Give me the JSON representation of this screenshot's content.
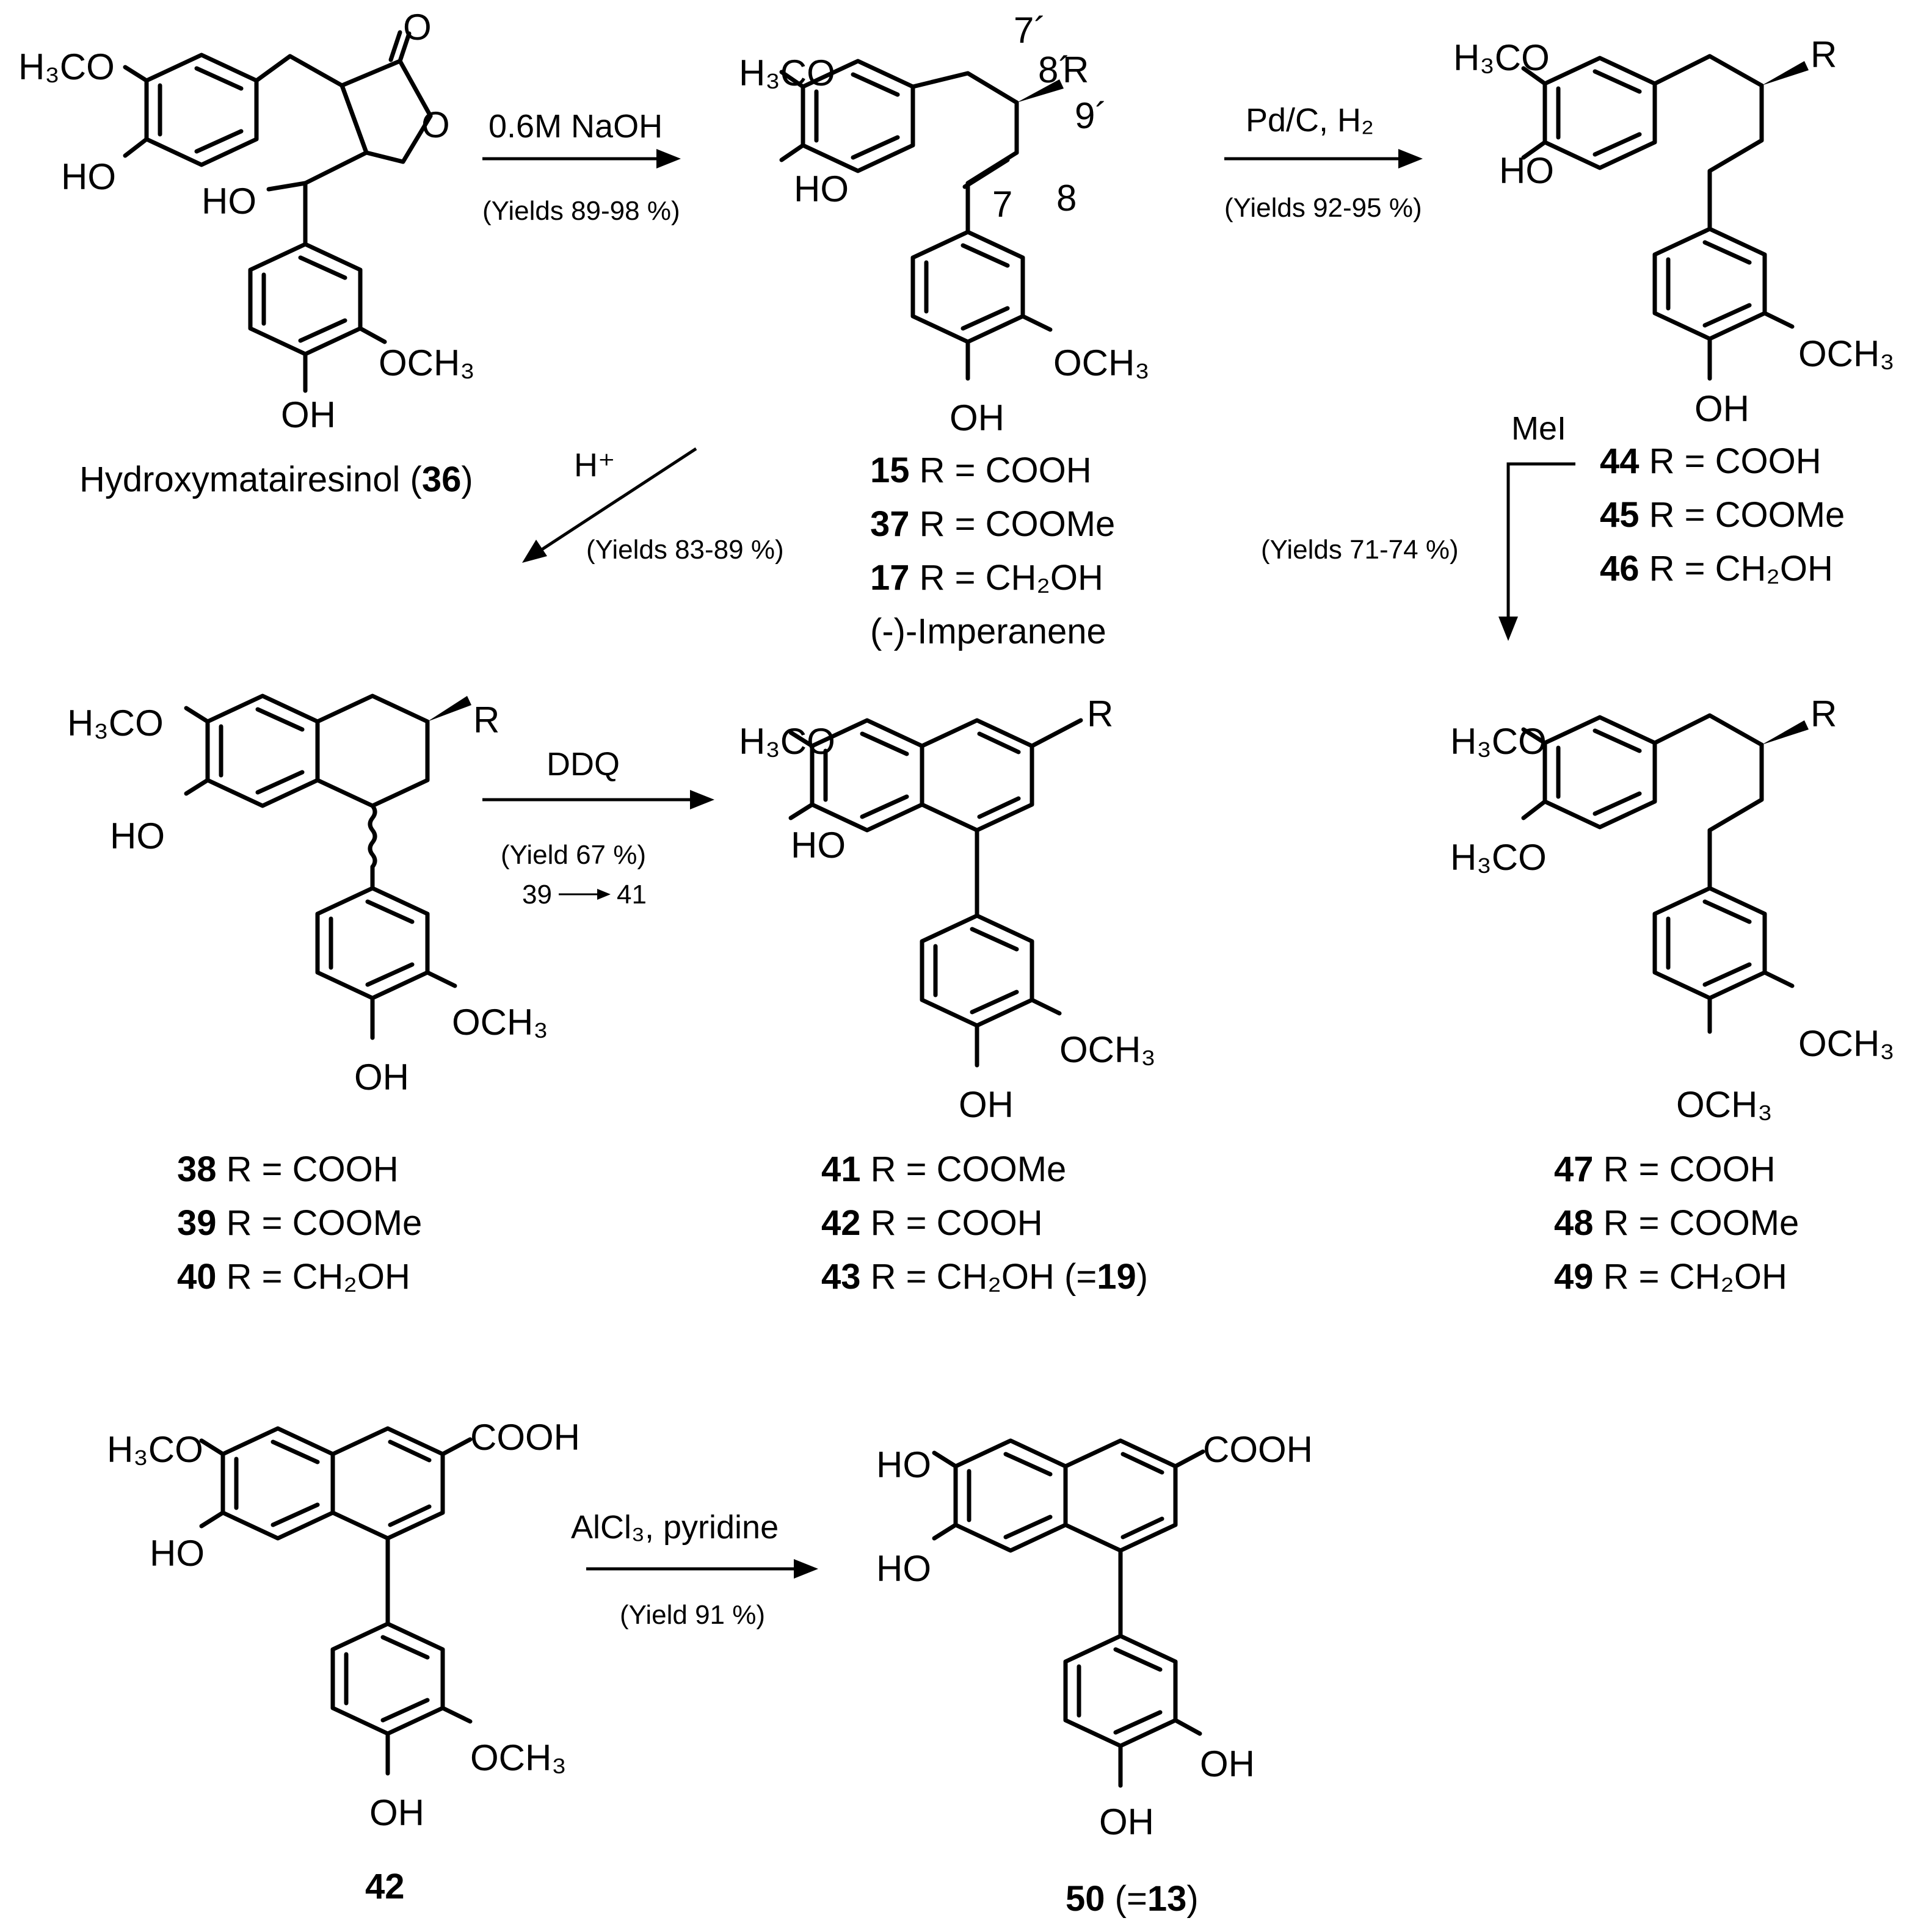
{
  "compounds": {
    "c36": {
      "name": "Hydroxymatairesinol",
      "num": "36"
    },
    "c15": {
      "num": "15",
      "r": "R = COOH"
    },
    "c37": {
      "num": "37",
      "r": "R = COOMe"
    },
    "c17": {
      "num": "17",
      "r": "R = CH₂OH"
    },
    "imperanene": "(-)-Imperanene",
    "c44": {
      "num": "44",
      "r": "R = COOH"
    },
    "c45": {
      "num": "45",
      "r": "R = COOMe"
    },
    "c46": {
      "num": "46",
      "r": "R = CH₂OH"
    },
    "c38": {
      "num": "38",
      "r": "R = COOH"
    },
    "c39": {
      "num": "39",
      "r": "R = COOMe"
    },
    "c40": {
      "num": "40",
      "r": "R = CH₂OH"
    },
    "c41": {
      "num": "41",
      "r": "R = COOMe"
    },
    "c42": {
      "num": "42",
      "r": "R = COOH"
    },
    "c43": {
      "num": "43",
      "r": "R = CH₂OH (=",
      "eq": "19",
      "close": ")"
    },
    "c47": {
      "num": "47",
      "r": "R = COOH"
    },
    "c48": {
      "num": "48",
      "r": "R = COOMe"
    },
    "c49": {
      "num": "49",
      "r": "R = CH₂OH"
    },
    "c42b": {
      "num": "42"
    },
    "c50": {
      "num": "50",
      "eq_open": "(=",
      "eq": "13",
      "close": ")"
    }
  },
  "reactions": {
    "r1": {
      "reagent": "0.6M NaOH",
      "yield": "(Yields 89-98 %)"
    },
    "r2": {
      "reagent": "Pd/C, H₂",
      "yield": "(Yields 92-95 %)"
    },
    "r3": {
      "reagent": "H⁺",
      "yield": "(Yields 83-89 %)"
    },
    "r4": {
      "reagent": "MeI",
      "yield": "(Yields 71-74 %)"
    },
    "r5": {
      "reagent": "DDQ",
      "yield": "(Yield 67 %)",
      "note_from": "39",
      "note_to": "41"
    },
    "r6": {
      "reagent": "AlCl₃, pyridine",
      "yield": "(Yield 91 %)"
    }
  },
  "atoms": {
    "h3co": "H₃CO",
    "ho": "HO",
    "och3": "OCH₃",
    "oh": "OH",
    "o": "O",
    "r": "R",
    "cooh": "COOH"
  },
  "locants": {
    "l7p": "7´",
    "l8p": "8´",
    "l9p": "9´",
    "l7": "7",
    "l8": "8"
  }
}
